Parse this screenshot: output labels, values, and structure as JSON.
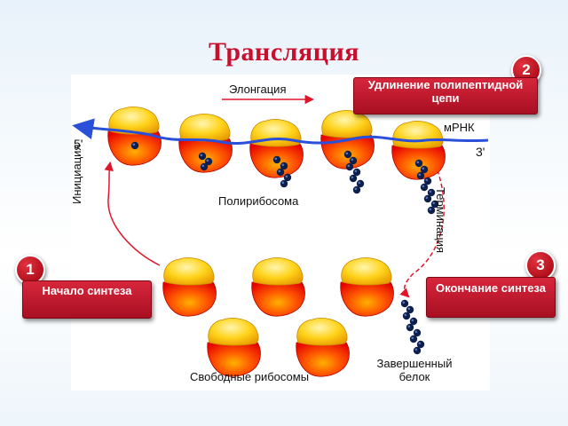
{
  "title": "Трансляция",
  "stages": [
    {
      "number": "1",
      "label": "Начало синтеза"
    },
    {
      "number": "2",
      "label": "Удлинение полипептидной цепи"
    },
    {
      "number": "3",
      "label": "Окончание синтеза"
    }
  ],
  "diagram": {
    "elongation": "Элонгация",
    "polyribosome": "Полирибосома",
    "mrna": "мРНК",
    "five_prime": "5'",
    "three_prime": "3'",
    "initiation": "Инициация",
    "termination": "Терминация",
    "free_ribosomes": "Свободные рибосомы",
    "finished_protein": "Завершенный белок"
  },
  "colors": {
    "title": "#c8102e",
    "ribosome_small": "#ffd31a",
    "ribosome_large": "#ff2a00",
    "mrna": "#2a4fd8",
    "protein": "#0d1f4d",
    "arrow": "#e0162b",
    "stage_badge": "#b3101c"
  }
}
